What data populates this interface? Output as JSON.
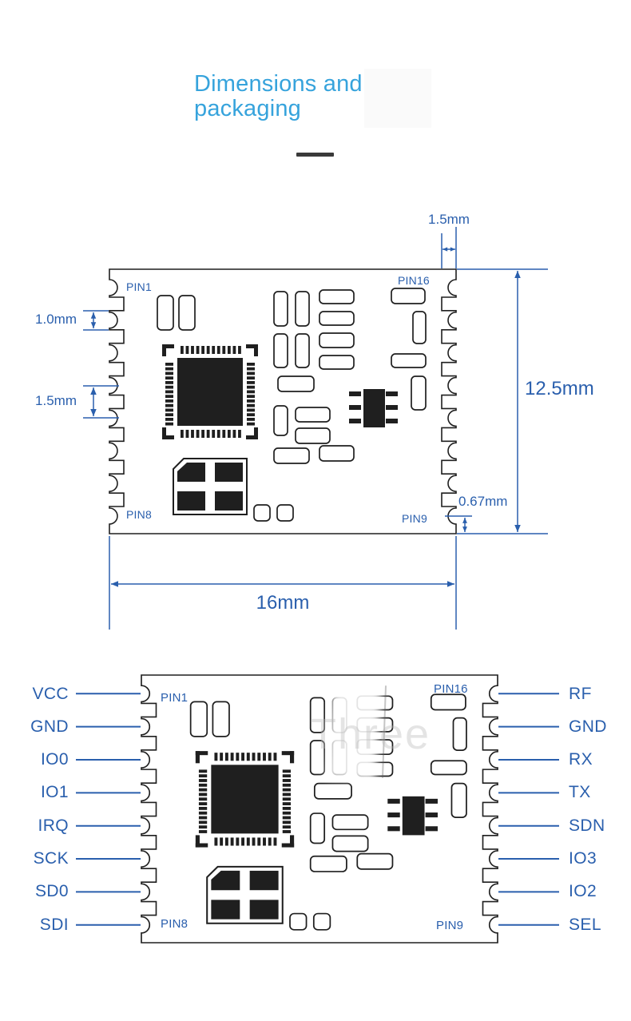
{
  "title": "Dimensions and packaging",
  "watermark": "Three",
  "colors": {
    "accent_blue": "#2a5fad",
    "title_blue": "#36a3dc",
    "outline_black": "#1f1f1f",
    "underline_dark": "#3a3a3a"
  },
  "top_drawing": {
    "corner_pins": {
      "pin1": "PIN1",
      "pin16": "PIN16",
      "pin8": "PIN8",
      "pin9": "PIN9"
    },
    "dims": {
      "top_pad_inset": "1.5mm",
      "pad_height": "1.0mm",
      "pad_pitch": "1.5mm",
      "module_height": "12.5mm",
      "bottom_pad_offset": "0.67mm",
      "module_width": "16mm"
    }
  },
  "bottom_drawing": {
    "corner_pins": {
      "pin1": "PIN1",
      "pin16": "PIN16",
      "pin8": "PIN8",
      "pin9": "PIN9"
    },
    "left_pins": [
      "VCC",
      "GND",
      "IO0",
      "IO1",
      "IRQ",
      "SCK",
      "SD0",
      "SDI"
    ],
    "right_pins": [
      "RF",
      "GND",
      "RX",
      "TX",
      "SDN",
      "IO3",
      "IO2",
      "SEL"
    ]
  }
}
